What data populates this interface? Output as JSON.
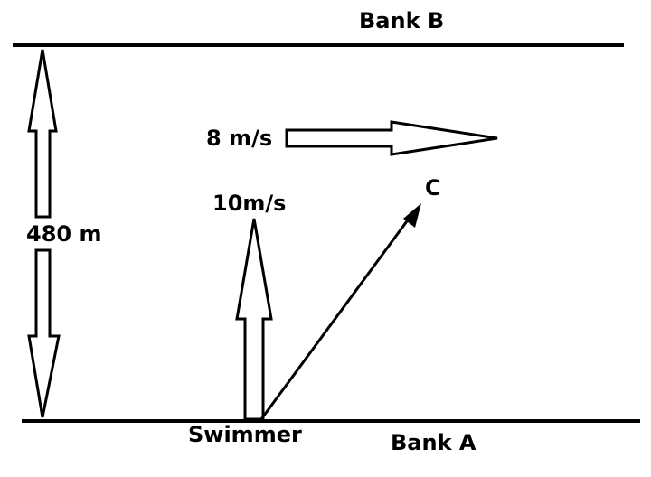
{
  "labels": {
    "bank_b": "Bank B",
    "bank_a": "Bank A",
    "width": "480 m",
    "current_speed": "8 m/s",
    "swimmer_speed": "10m/s",
    "point_c": "C",
    "swimmer": "Swimmer"
  }
}
